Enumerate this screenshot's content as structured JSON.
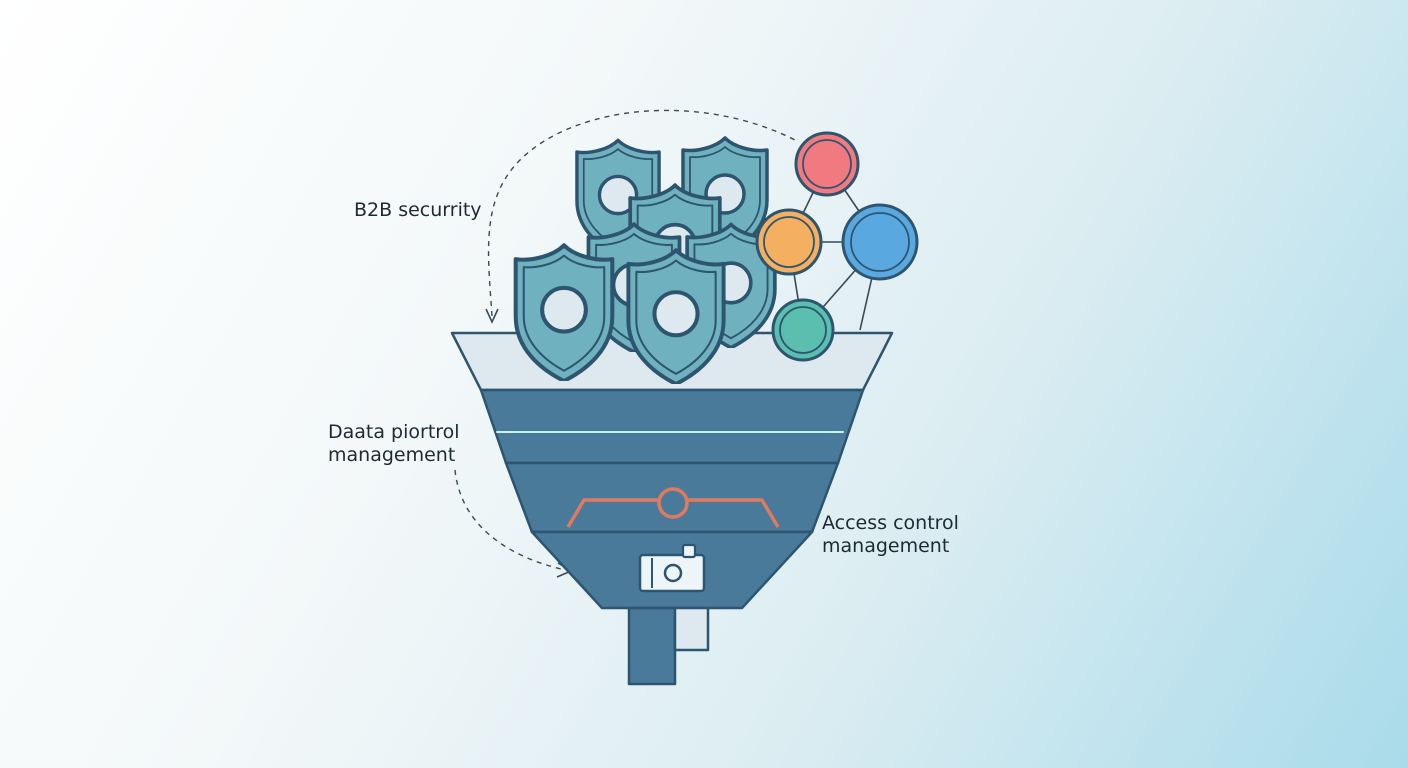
{
  "labels": {
    "b2b": "B2B securrity",
    "data_line1": "Daata piortrol",
    "data_line2": "management",
    "access_line1": "Access control",
    "access_line2": "management"
  },
  "colors": {
    "funnel_dark": "#4a7a9a",
    "funnel_light": "#dde9ef",
    "outline": "#2d5570",
    "shield_fill": "#6fb1bf",
    "glow": "#5fd0f5",
    "accent_line": "#e07a5f",
    "node_red": "#f07a80",
    "node_orange": "#f4b060",
    "node_blue": "#5aa8e0",
    "node_teal": "#5bbfb0"
  },
  "icons": [
    "shield-icon",
    "camera-icon",
    "network-nodes"
  ]
}
